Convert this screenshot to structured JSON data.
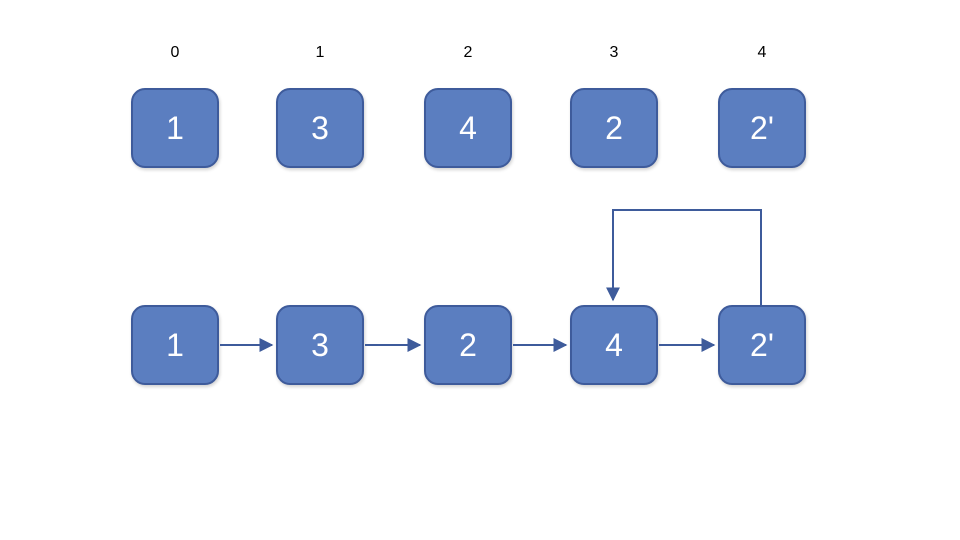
{
  "diagram": {
    "description": "Linked list with cycle built from array",
    "colors": {
      "background": "#FFFFFF",
      "node_fill": "#5B7EC0",
      "node_border": "#3E5B9B",
      "arrow": "#3E5B9B",
      "node_text": "#FFFFFF",
      "index_text": "#000000"
    },
    "array_row": {
      "indices": [
        "0",
        "1",
        "2",
        "3",
        "4"
      ],
      "values": [
        "1",
        "3",
        "4",
        "2",
        "2'"
      ]
    },
    "list_row": {
      "values": [
        "1",
        "3",
        "2",
        "4",
        "2'"
      ],
      "edges": [
        "1->3",
        "3->2",
        "2->4",
        "4->2'"
      ],
      "cycle_edge": "2'->4"
    }
  }
}
